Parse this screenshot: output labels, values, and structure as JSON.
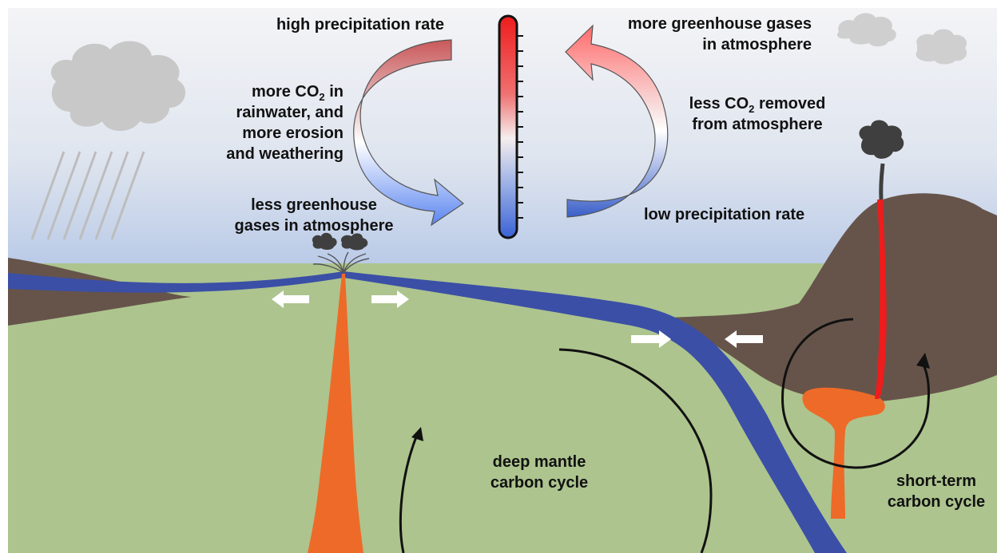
{
  "diagram": {
    "colors": {
      "sky_top": "#f3f3f5",
      "sky_bottom": "#b8c9e6",
      "mantle": "#adc48e",
      "continent": "#66544a",
      "ocean_plate": "#3b4fa6",
      "magma": "#ee6a28",
      "volcano_conduit": "#ee1c1c",
      "cloud": "#c8c8c8",
      "smoke": "#3f3f3f",
      "rain": "#bdbdbd",
      "arrow_warm": "#d9585a",
      "arrow_cool": "#4a6fdc",
      "plate_motion_arrow": "#ffffff"
    },
    "labels": {
      "high_precip": "high precipitation rate",
      "more_co2": {
        "pre": "more CO",
        "sub": "2",
        "post": " in",
        "line2": "rainwater, and",
        "line3": "more erosion",
        "line4": "and weathering"
      },
      "less_ghg": {
        "line1": "less greenhouse",
        "line2": "gases in atmosphere"
      },
      "more_ghg": {
        "line1": "more greenhouse gases",
        "line2": "in atmosphere"
      },
      "less_co2_removed": {
        "pre": "less CO",
        "sub": "2",
        "post": " removed",
        "line2": "from atmosphere"
      },
      "low_precip": "low precipitation rate",
      "deep_mantle": {
        "line1": "deep mantle",
        "line2": "carbon cycle"
      },
      "short_term": {
        "line1": "short-term",
        "line2": "carbon cycle"
      }
    },
    "icons": [
      "rain-cloud-icon",
      "thermometer-icon",
      "volcano-icon",
      "mid-ocean-ridge-vent-icon",
      "cycle-arrow-icon",
      "plate-motion-arrow-icon"
    ]
  }
}
